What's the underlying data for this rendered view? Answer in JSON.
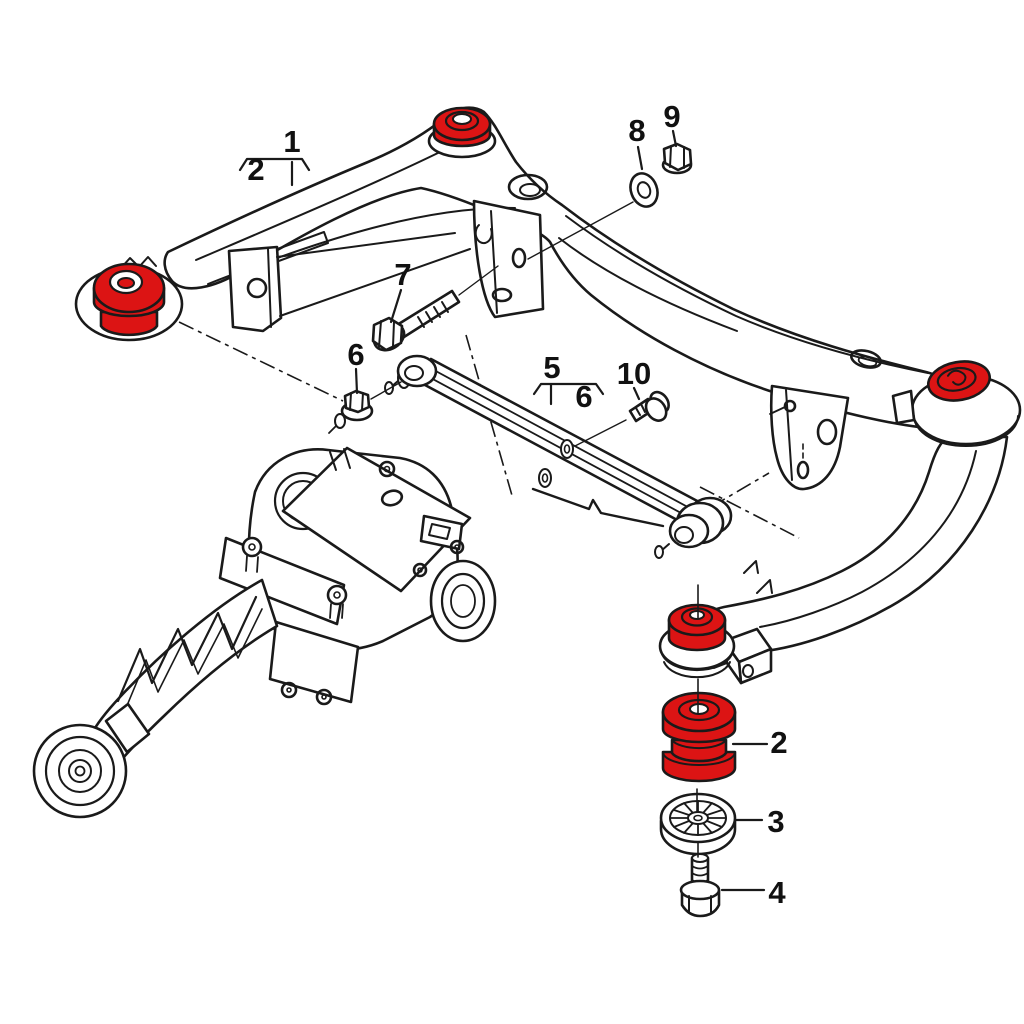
{
  "colors": {
    "background": "#ffffff",
    "line": "#1a1a1a",
    "label": "#111111",
    "highlight": "#dc1414"
  },
  "callouts": {
    "c1": "1",
    "c2": "2",
    "c5": "5",
    "c6a": "6",
    "c6b": "6",
    "c7": "7",
    "c8": "8",
    "c9": "9",
    "c10": "10",
    "c2b": "2",
    "c3": "3",
    "c4": "4"
  }
}
